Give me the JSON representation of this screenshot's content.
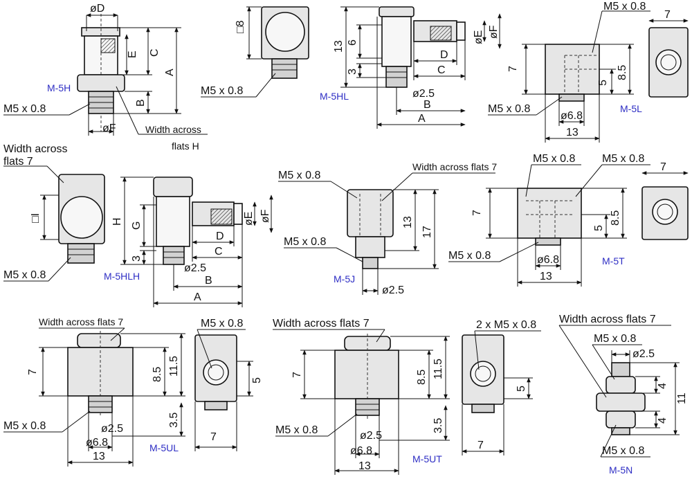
{
  "models": {
    "m5h": {
      "code": "M-5H",
      "thread": "M5 x 0.8",
      "d": "øD",
      "e": "E",
      "c": "C",
      "a": "A",
      "b": "B",
      "f": "øF",
      "width_line1": "Width across",
      "width_line2": "flats H"
    },
    "m5h_side": {
      "square": "□8",
      "thread": "M5 x 0.8"
    },
    "m5hl": {
      "code": "M-5HL",
      "d13": "13",
      "d6": "6",
      "d3": "3",
      "e": "øE",
      "f": "øF",
      "dd": "D",
      "c": "C",
      "dia25": "ø2.5",
      "b": "B",
      "a": "A"
    },
    "m5l": {
      "code": "M-5L",
      "thread_top": "M5 x 0.8",
      "thread_bottom": "M5 x 0.8",
      "d7": "7",
      "d85": "8.5",
      "d5": "5",
      "d68": "ø6.8",
      "d13": "13",
      "side7": "7"
    },
    "m5hlh_left": {
      "width_line1": "Width across",
      "width_line2": "flats 7",
      "square": "□I",
      "thread": "M5 x 0.8"
    },
    "m5hlh": {
      "code": "M-5HLH",
      "h": "H",
      "g": "G",
      "d3": "3",
      "e": "øE",
      "f": "øF",
      "dd": "D",
      "c": "C",
      "dia25": "ø2.5",
      "b": "B",
      "a": "A"
    },
    "m5j": {
      "code": "M-5J",
      "width": "Width across flats 7",
      "thread_top": "M5 x 0.8",
      "thread_bottom": "M5 x 0.8",
      "d13": "13",
      "d17": "17",
      "dia25": "ø2.5"
    },
    "m5t": {
      "code": "M-5T",
      "thread_left": "M5 x 0.8",
      "thread_right": "M5 x 0.8",
      "thread_bottom": "M5 x 0.8",
      "d7": "7",
      "d5": "5",
      "d85": "8.5",
      "d68": "ø6.8",
      "d13": "13",
      "side7": "7"
    },
    "m5ul": {
      "code": "M-5UL",
      "width": "Width across flats 7",
      "thread_side": "M5 x 0.8",
      "thread_bottom": "M5 x 0.8",
      "d7": "7",
      "d85": "8.5",
      "d115": "11.5",
      "d5": "5",
      "d35": "3.5",
      "dia25": "ø2.5",
      "d68": "ø6.8",
      "d13": "13",
      "side7": "7"
    },
    "m5ut": {
      "code": "M-5UT",
      "width": "Width across flats 7",
      "thread_side": "2 x M5 x 0.8",
      "thread_bottom": "M5 x 0.8",
      "d7": "7",
      "d85": "8.5",
      "d115": "11.5",
      "d5": "5",
      "d35": "3.5",
      "dia25": "ø2.5",
      "d68": "ø6.8",
      "d13": "13",
      "side7": "7"
    },
    "m5n": {
      "code": "M-5N",
      "width": "Width across flats 7",
      "thread_top": "M5 x 0.8",
      "thread_bottom": "M5 x 0.8",
      "dia25": "ø2.5",
      "d4a": "4",
      "d4b": "4",
      "d11": "11"
    }
  }
}
